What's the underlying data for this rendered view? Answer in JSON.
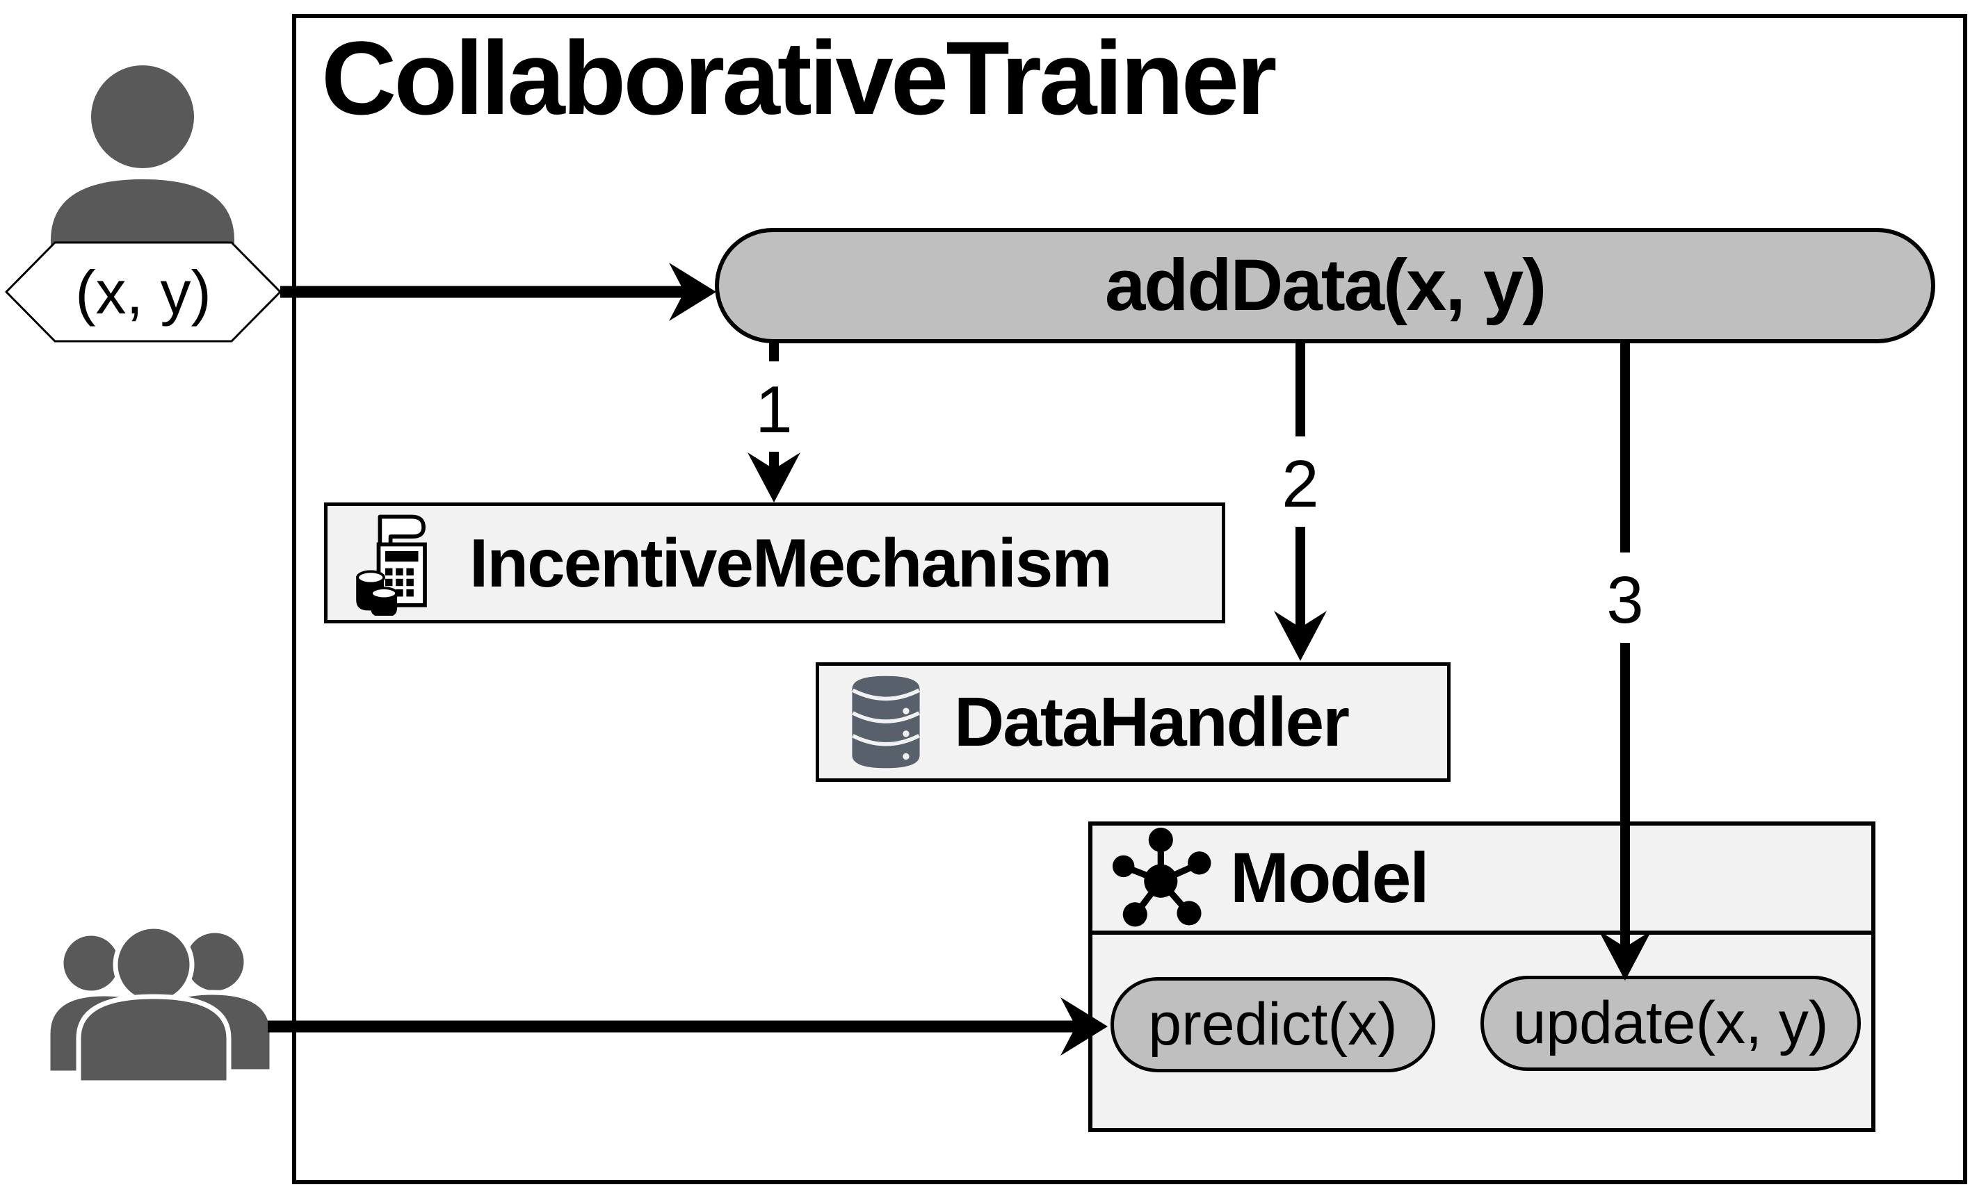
{
  "colors": {
    "background": "#ffffff",
    "border": "#000000",
    "pill_fill": "#bfbfbf",
    "box_fill": "#f2f2f2",
    "person_icon": "#595959",
    "database_icon": "#57606b"
  },
  "icons": {
    "contributor": "person-icon",
    "users": "people-icon",
    "incentive_mechanism": "cash-register-icon",
    "data_handler": "database-icon",
    "model": "hub-network-icon"
  },
  "actors": {
    "contributor": {
      "data_label": "(x, y)"
    },
    "users": {}
  },
  "trainer": {
    "title": "CollaborativeTrainer",
    "add_data": {
      "label": "addData(x, y)"
    },
    "steps": [
      {
        "label": "1"
      },
      {
        "label": "2"
      },
      {
        "label": "3"
      }
    ],
    "components": {
      "incentive_mechanism": {
        "label": "IncentiveMechanism"
      },
      "data_handler": {
        "label": "DataHandler"
      },
      "model": {
        "label": "Model",
        "methods": {
          "predict": "predict(x)",
          "update": "update(x, y)"
        }
      }
    }
  }
}
